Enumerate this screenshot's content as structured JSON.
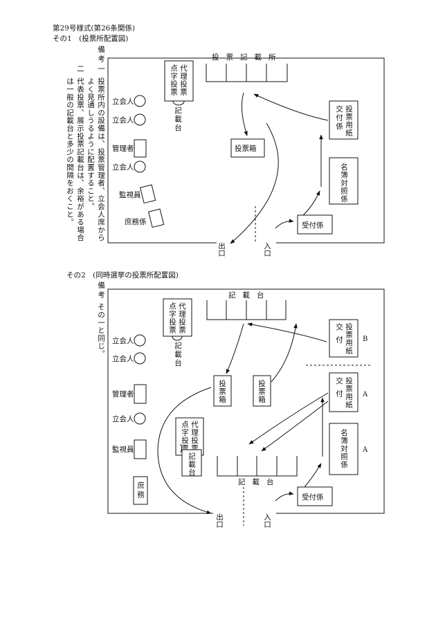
{
  "header": {
    "form_title": "第29号様式(第26条関係)",
    "part1": "その1　(投票所配置図)",
    "part2": "その2　(同時選挙の投票所配置図)"
  },
  "diagram1": {
    "note_title": "備考",
    "note1_num": "一",
    "note1_a": "投票所内の設備は、投票管理者、立会人席から",
    "note1_b": "よく見通しうるように配置すること。",
    "note2_num": "二",
    "note2_a": "代表投票、展示投票記載台は、余裕がある場合",
    "note2_b": "は一般の記載台と多少の間隔をおくこと。",
    "top_table_label": "投票記載所",
    "proxy_a": "代理投票",
    "proxy_b": "点字投票",
    "desk_label": "記載台",
    "observer1": "立会人",
    "observer2": "立会人",
    "manager": "管理者",
    "observer3": "立会人",
    "supervisor": "監視員",
    "clerk": "庶務係",
    "ballot_box": "投票箱",
    "issue_a": "交付係",
    "issue_b": "投票用紙",
    "roll_a": "名簿対照係",
    "reception": "受付係",
    "exit_label": "出口",
    "entrance_label": "入口"
  },
  "diagram2": {
    "note_title": "備考",
    "note_text": "その一と同じ。",
    "top_table_label": "記載台",
    "proxy_a": "代理投票",
    "proxy_b": "点字投票",
    "desk_label": "記載台",
    "proxy2_a": "代理投票",
    "proxy2_b": "点字投票",
    "desk2_label": "記載台",
    "observer1": "立会人",
    "observer2": "立会人",
    "manager": "管理者",
    "observer3": "立会人",
    "supervisor": "監視員",
    "clerk": "庶務",
    "ballot_box1": "投票箱",
    "ballot_box2": "投票箱",
    "issue_b_a": "交付",
    "issue_b_b": "投票用紙",
    "mark_b": "B",
    "issue_a_a": "交付",
    "issue_a_b": "投票用紙",
    "mark_a1": "A",
    "roll_a": "名簿対照係",
    "mark_a2": "A",
    "bottom_table_label": "記載台",
    "reception": "受付係",
    "exit_label": "出口",
    "entrance_label": "入口"
  }
}
